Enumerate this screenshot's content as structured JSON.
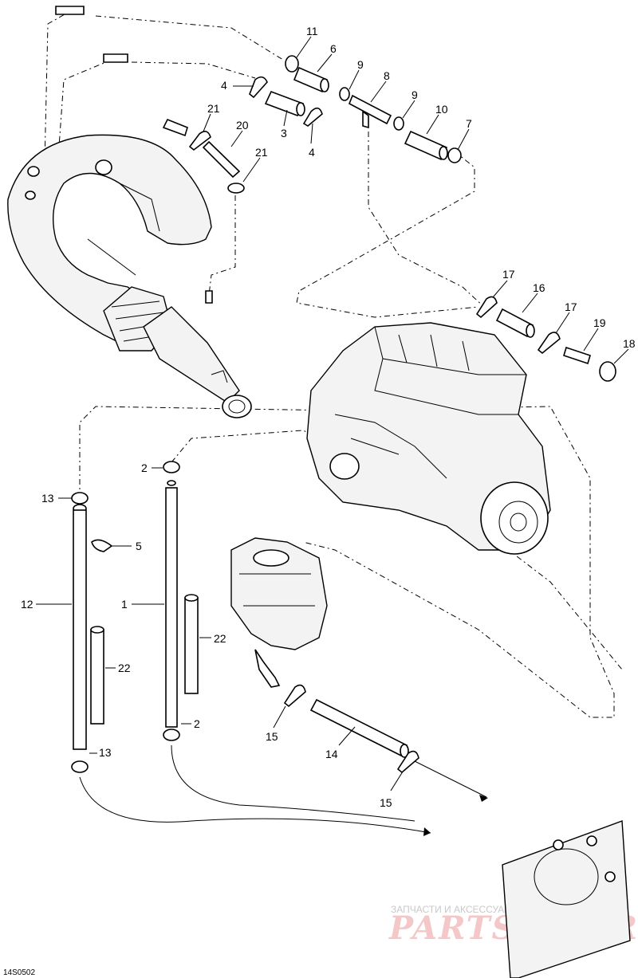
{
  "diagram": {
    "figure_code": "14S0502",
    "callouts": [
      "11",
      "6",
      "9",
      "8",
      "4",
      "3",
      "9",
      "10",
      "7",
      "21",
      "20",
      "4",
      "21",
      "17",
      "16",
      "17",
      "19",
      "18",
      "2",
      "13",
      "5",
      "12",
      "1",
      "22",
      "22",
      "2",
      "13",
      "15",
      "14",
      "15"
    ],
    "watermark": {
      "line1": "ЗАПЧАСТИ И АКСЕССУАРЫ ДЛЯ МОТОТЕХНИКИ",
      "line2": "PARTSFOR.RU"
    }
  }
}
